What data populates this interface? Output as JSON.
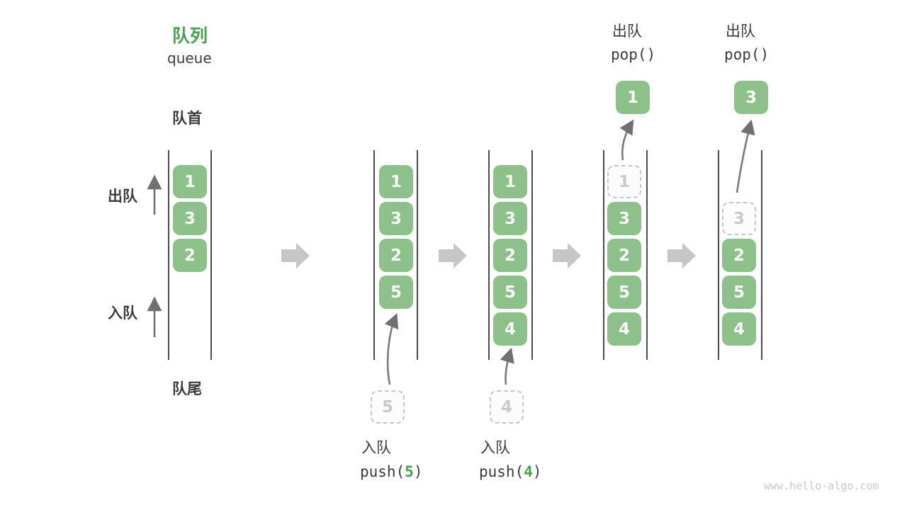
{
  "title": {
    "zh": "队列",
    "en": "queue"
  },
  "side_labels": {
    "front": "队首",
    "rear": "队尾",
    "dequeue": "出队",
    "enqueue": "入队"
  },
  "columns": [
    {
      "boxes": [
        "1",
        "3",
        "2"
      ]
    },
    {
      "boxes": [
        "1",
        "3",
        "2",
        "5"
      ],
      "pending": "5"
    },
    {
      "boxes": [
        "1",
        "3",
        "2",
        "5",
        "4"
      ],
      "pending": "4"
    },
    {
      "ghost": "1",
      "boxes": [
        "3",
        "2",
        "5",
        "4"
      ],
      "popped": "1"
    },
    {
      "ghost": "3",
      "boxes": [
        "2",
        "5",
        "4"
      ],
      "popped": "3"
    }
  ],
  "operations": {
    "enqueue": [
      {
        "label": "入队",
        "code_pre": "push(",
        "arg": "5",
        "code_post": ")"
      },
      {
        "label": "入队",
        "code_pre": "push(",
        "arg": "4",
        "code_post": ")"
      }
    ],
    "dequeue": [
      {
        "label": "出队",
        "code": "pop()"
      },
      {
        "label": "出队",
        "code": "pop()"
      }
    ]
  },
  "watermark": "www.hello-algo.com",
  "colors": {
    "box_green": "#8dc08b",
    "title_green": "#46a24c",
    "arg_green": "#46a24c",
    "rail_dark": "#4a4a4a",
    "thin_arrow_gray": "#707070",
    "block_arrow_gray": "#c6c6c6",
    "ghost_border": "#c7c7c7",
    "ghost_text": "#c9c9c9",
    "text_dark": "#3b3b3b",
    "watermark_gray": "#c9c9c9"
  }
}
